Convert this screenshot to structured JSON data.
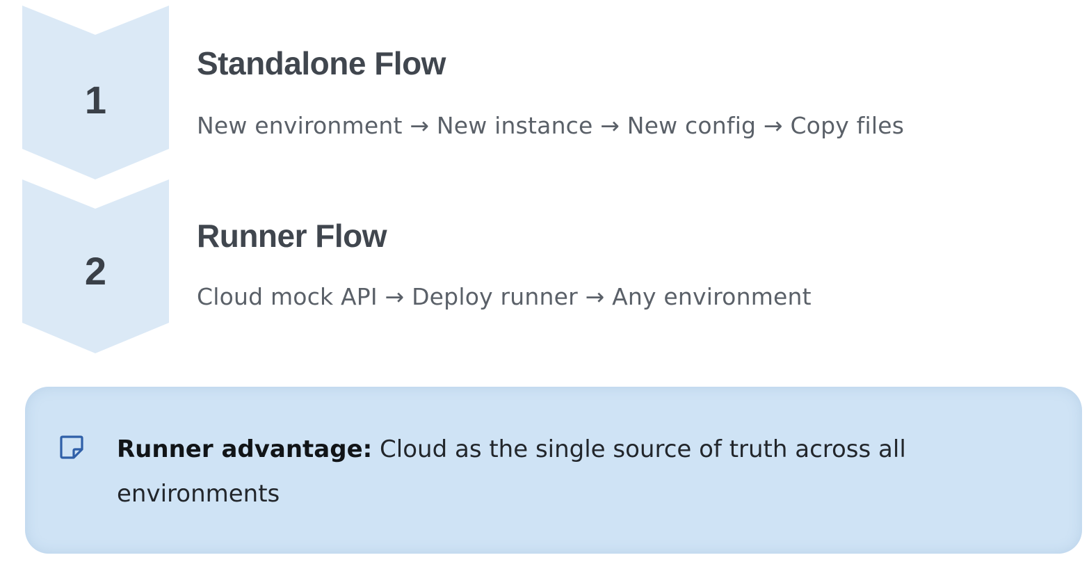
{
  "steps": [
    {
      "number": "1",
      "title": "Standalone Flow",
      "description": "New environment → New instance → New config → Copy files"
    },
    {
      "number": "2",
      "title": "Runner Flow",
      "description": "Cloud mock API → Deploy runner → Any environment"
    }
  ],
  "callout": {
    "icon": "note-icon",
    "label": "Runner advantage:",
    "text": " Cloud as the single source of truth across all environments"
  },
  "colors": {
    "chevron_fill": "#dbe9f6",
    "callout_bg": "#cfe3f5",
    "icon_color": "#2f5fa8"
  }
}
